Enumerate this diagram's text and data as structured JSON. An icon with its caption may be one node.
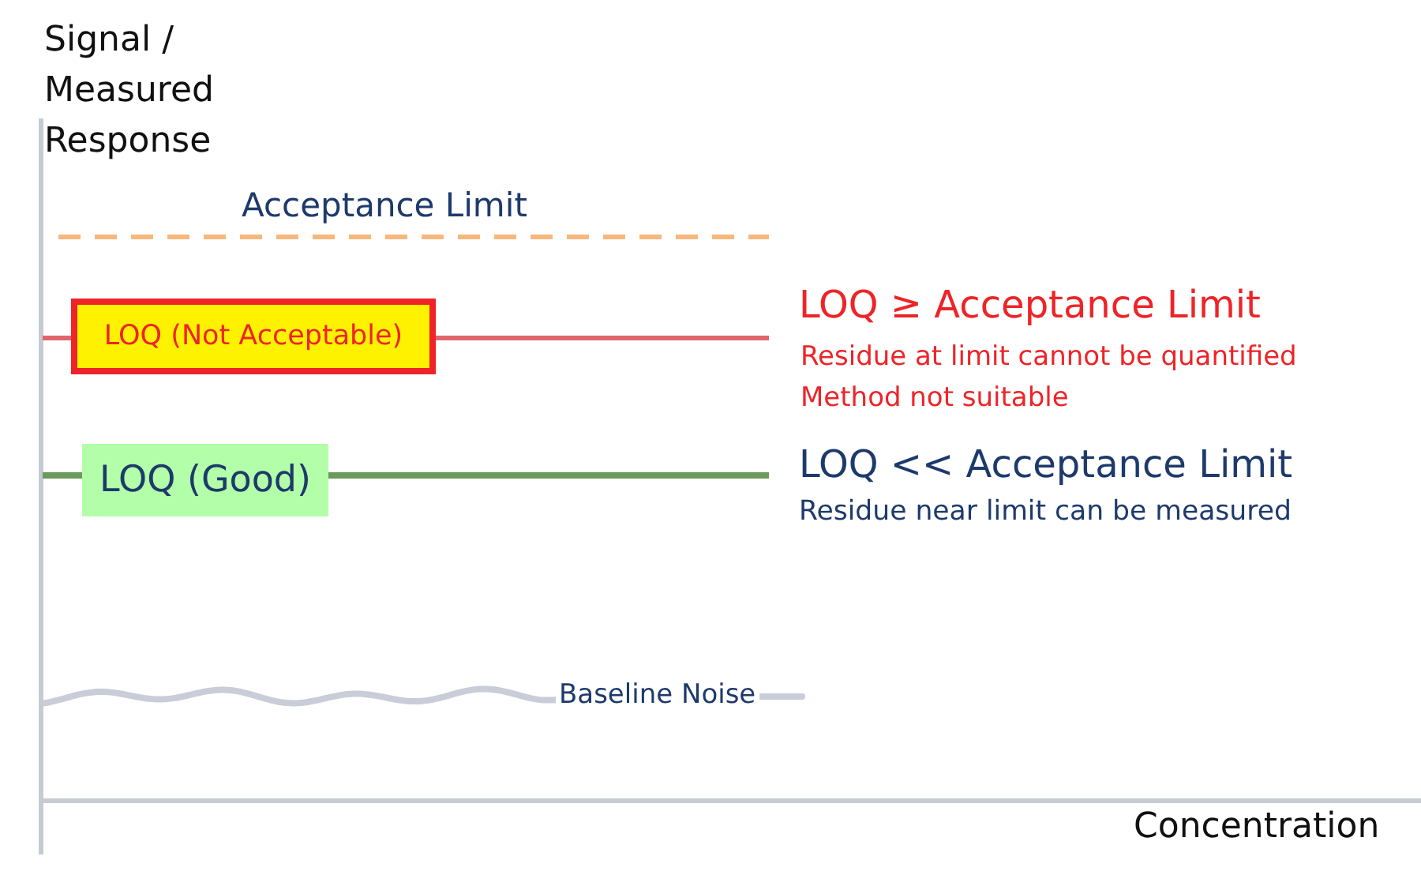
{
  "diagram": {
    "nodes": [
      {
        "text": [
          "LOQ (Not Acceptable)"
        ]
      },
      {
        "text": [
          "LOQ (Good)"
        ]
      }
    ],
    "labels": [
      "Signal / Measured Response",
      "Acceptance Limit",
      "LOQ ≥ Acceptance Limit",
      "Residue at limit cannot be quantified",
      "Method not suitable",
      "LOQ << Acceptance Limit",
      "Residue near limit can be measured",
      "Baseline Noise",
      "Concentration"
    ]
  }
}
